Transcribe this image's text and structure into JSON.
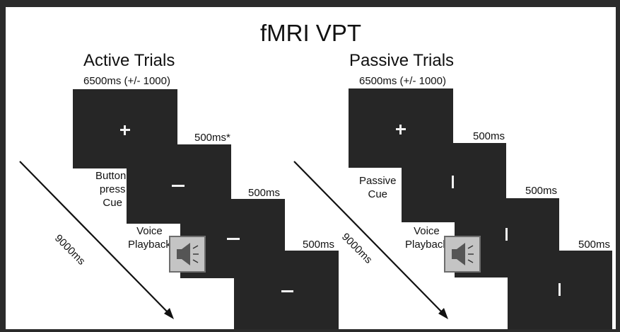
{
  "title": "fMRI VPT",
  "active": {
    "heading": "Active Trials",
    "durations": [
      "6500ms (+/- 1000)",
      "500ms*",
      "500ms",
      "500ms"
    ],
    "arrow_label": "9000ms",
    "cue_label": "Button-\npress\nCue",
    "playback_label": "Voice\nPlayback",
    "symbols": [
      "plus",
      "horizontal-bar",
      "horizontal-bar",
      "horizontal-bar"
    ]
  },
  "passive": {
    "heading": "Passive Trials",
    "durations": [
      "6500ms (+/- 1000)",
      "500ms",
      "500ms",
      "500ms"
    ],
    "arrow_label": "9000ms",
    "cue_label": "Passive\nCue",
    "playback_label": "Voice\nPlayback",
    "symbols": [
      "plus",
      "vertical-bar",
      "vertical-bar",
      "vertical-bar"
    ]
  },
  "icons": [
    "speaker-icon"
  ],
  "colors": {
    "frame": "#2b2b2b",
    "screen": "#262626",
    "symbol": "#f2f2f2",
    "speaker_box": "#c4c4c4"
  }
}
